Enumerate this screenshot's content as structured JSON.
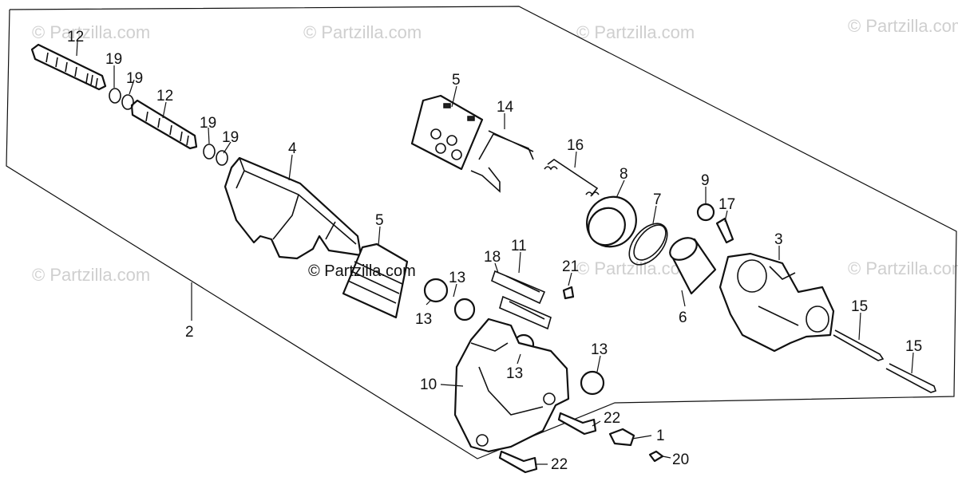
{
  "watermark": "© Partzilla.com",
  "labels": {
    "p1": "1",
    "p2": "2",
    "p3": "3",
    "p4": "4",
    "p5a": "5",
    "p5b": "5",
    "p6": "6",
    "p7": "7",
    "p8": "8",
    "p9": "9",
    "p10": "10",
    "p11": "11",
    "p12a": "12",
    "p12b": "12",
    "p13a": "13",
    "p13b": "13",
    "p13c": "13",
    "p13d": "13",
    "p14": "14",
    "p15a": "15",
    "p15b": "15",
    "p16": "16",
    "p17": "17",
    "p18": "18",
    "p19a": "19",
    "p19b": "19",
    "p19c": "19",
    "p19d": "19",
    "p20": "20",
    "p21": "21",
    "p22a": "22",
    "p22b": "22"
  }
}
